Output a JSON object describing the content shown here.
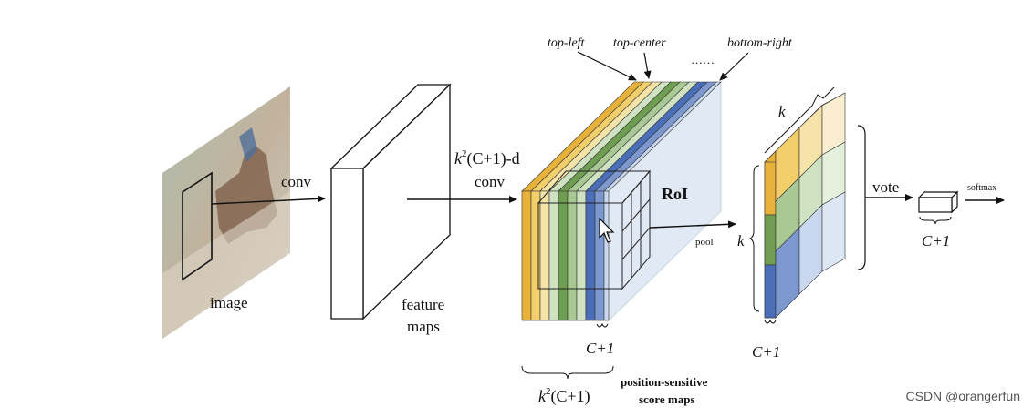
{
  "labels": {
    "conv1": "conv",
    "image": "image",
    "feature_line1": "feature",
    "feature_line2": "maps",
    "kconv_k": "k",
    "kconv_sup": "2",
    "kconv_rest": "(C+1)-d",
    "kconv_conv": "conv",
    "top_left": "top-left",
    "top_center": "top-center",
    "ellipsis": "……",
    "bottom_right": "bottom-right",
    "roi": "RoI",
    "pool": "pool",
    "c_plus_1_a": "C+1",
    "k2_k": "k",
    "k2_sup": "2",
    "k2_rest": "(C+1)",
    "ps_line1": "position-sensitive",
    "ps_line2": "score maps",
    "k_side": "k",
    "k_top": "k",
    "c_plus_1_b": "C+1",
    "vote": "vote",
    "c_plus_1_c": "C+1",
    "softmax": "softmax"
  },
  "watermark": "CSDN @orangerfun",
  "colors": {
    "yellow": "#e8b23a",
    "light_yellow": "#f6e3a8",
    "green": "#6f9e52",
    "light_green": "#cfe2c2",
    "blue": "#4a6fb8",
    "light_blue": "#c9d8ee"
  }
}
